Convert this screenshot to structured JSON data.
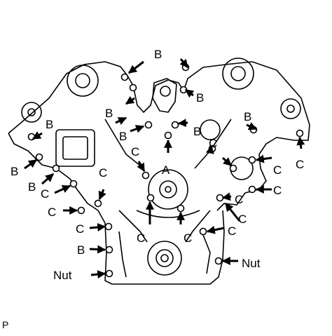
{
  "diagram": {
    "labels": {
      "A": "A",
      "B": "B",
      "C": "C",
      "nut": "Nut"
    },
    "figure_code": "P"
  }
}
